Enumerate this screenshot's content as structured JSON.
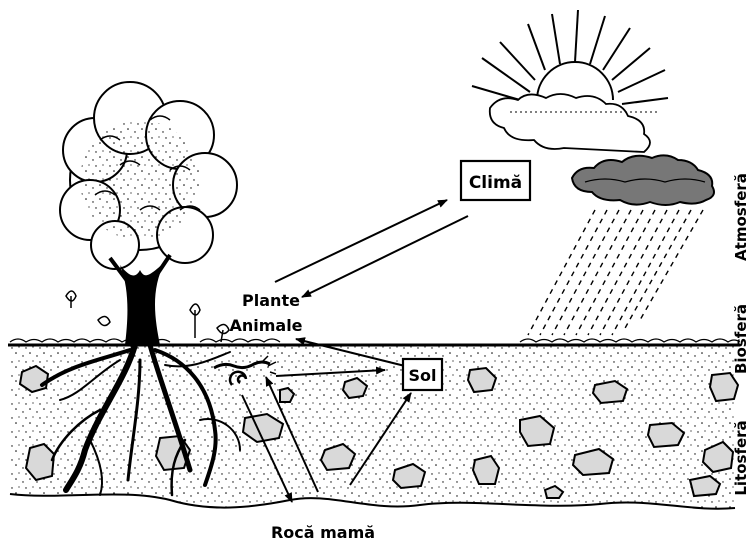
{
  "labels": {
    "clima": "Climă",
    "plante": "Plante",
    "animale": "Animale",
    "sol": "Sol",
    "roca_mama": "Rocă mamă"
  },
  "layers": {
    "atmosfera": "Atmosferă",
    "biosfera": "Biosferă",
    "litosfera": "Litosferă"
  },
  "colors": {
    "ink": "#000000",
    "paper": "#ffffff",
    "rock_fill": "#d9d9d9"
  }
}
